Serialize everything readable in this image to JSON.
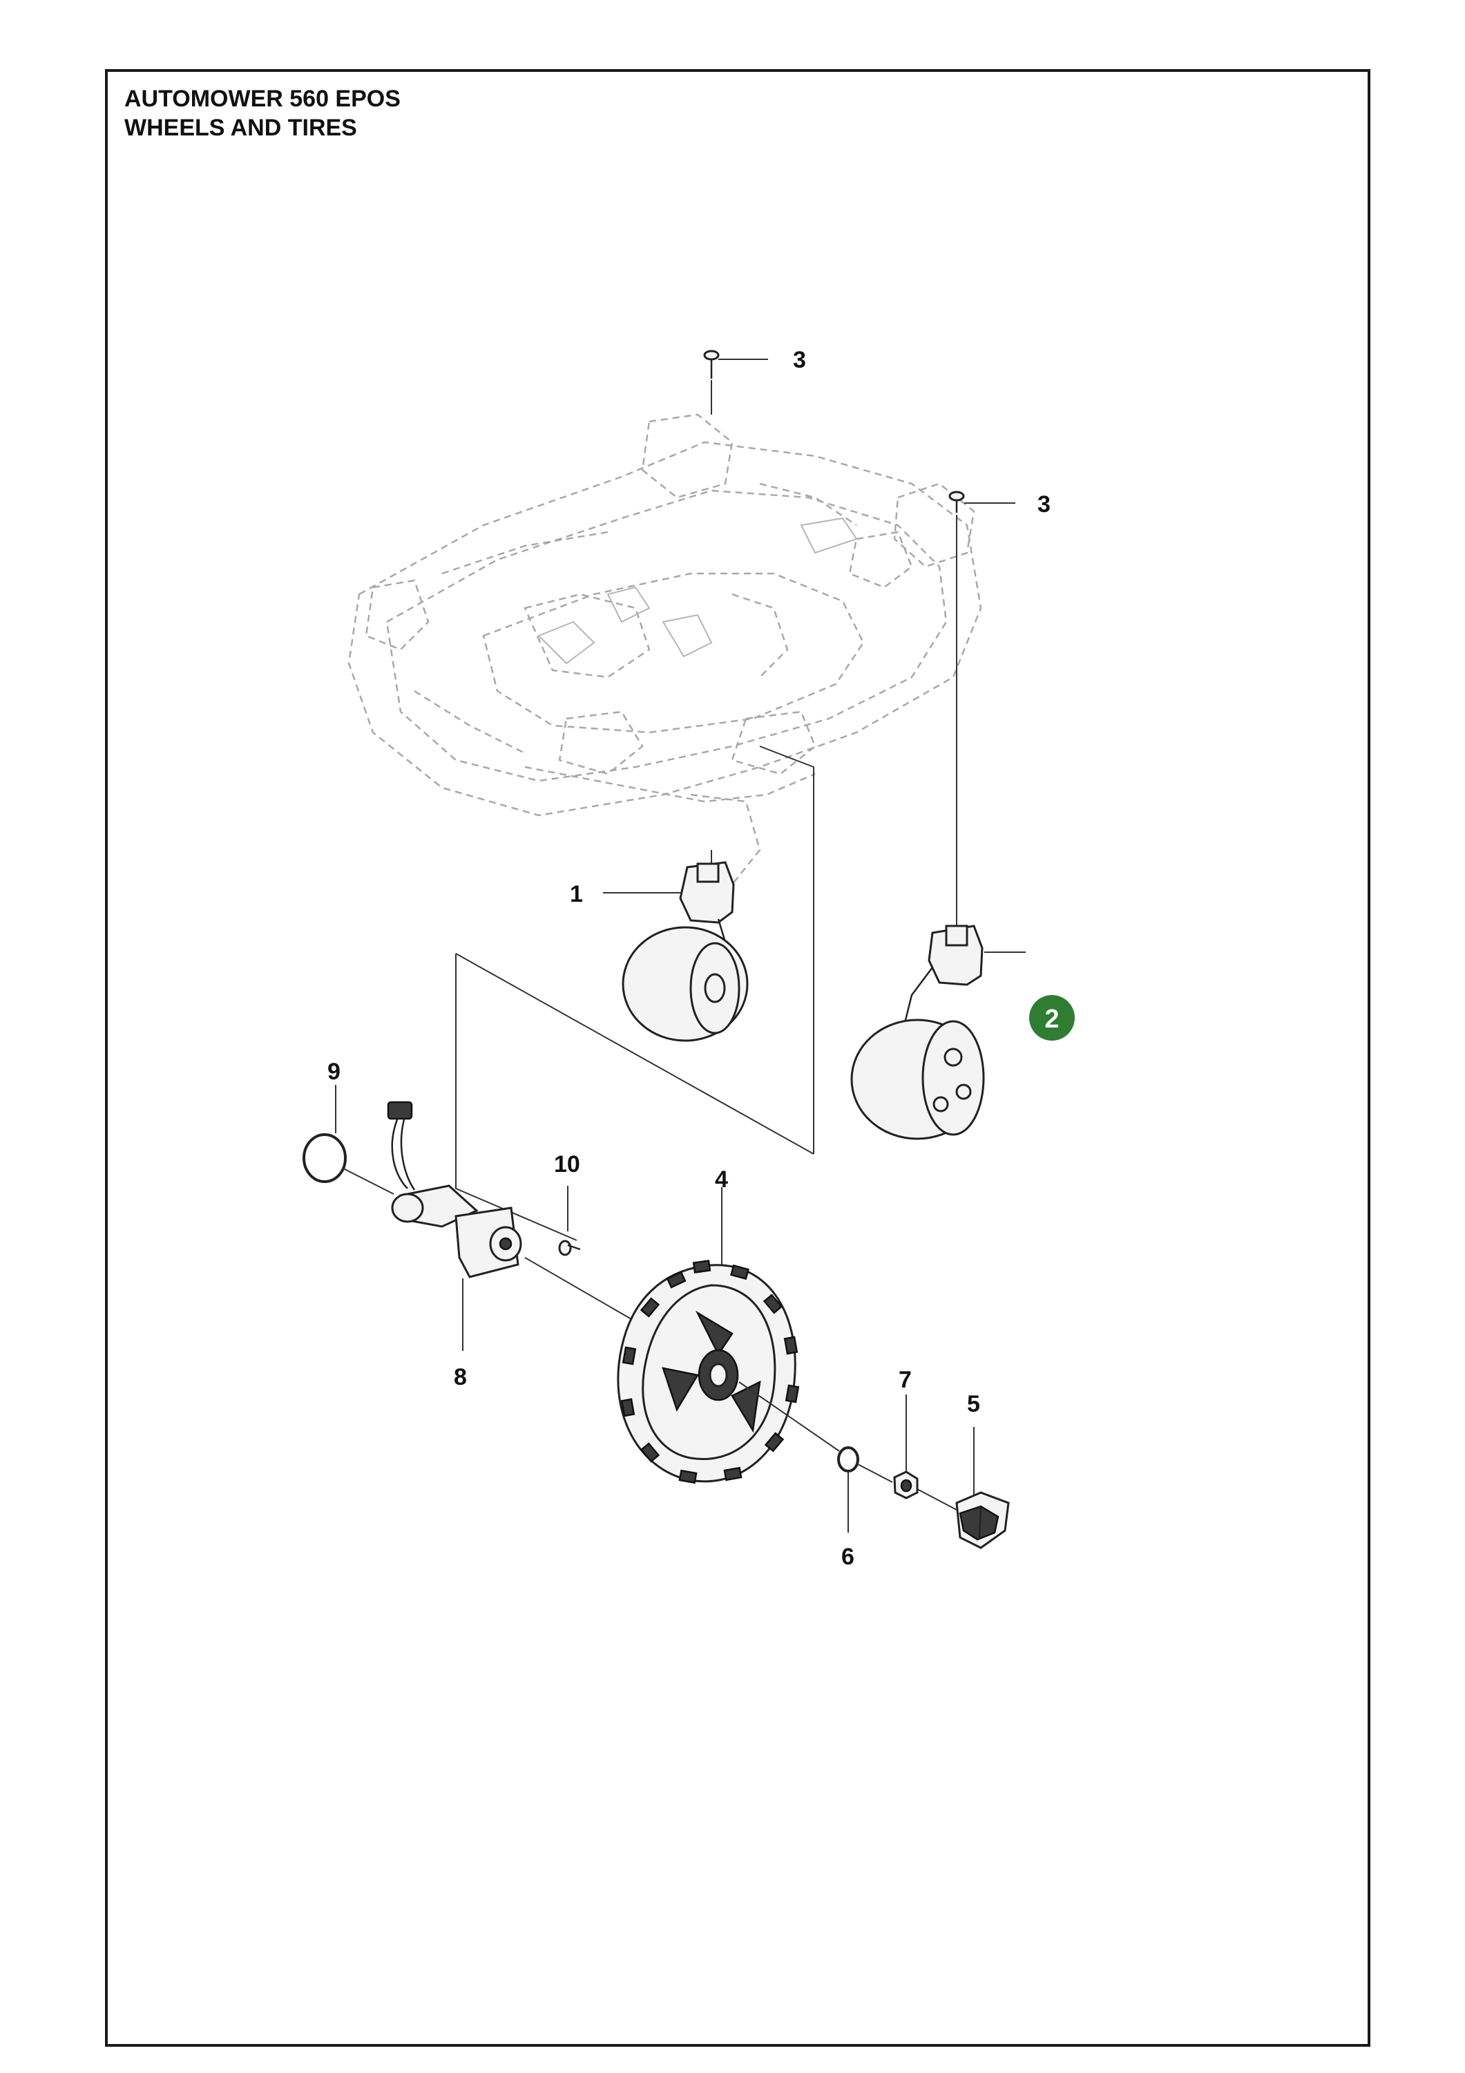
{
  "header": {
    "line1": "AUTOMOWER 560 EPOS",
    "line2": "WHEELS AND TIRES"
  },
  "callouts": {
    "c1": "1",
    "c2": "2",
    "c3a": "3",
    "c3b": "3",
    "c4": "4",
    "c5": "5",
    "c6": "6",
    "c7": "7",
    "c8": "8",
    "c9": "9",
    "c10": "10"
  },
  "colors": {
    "highlight_badge": "#2e7d32"
  }
}
